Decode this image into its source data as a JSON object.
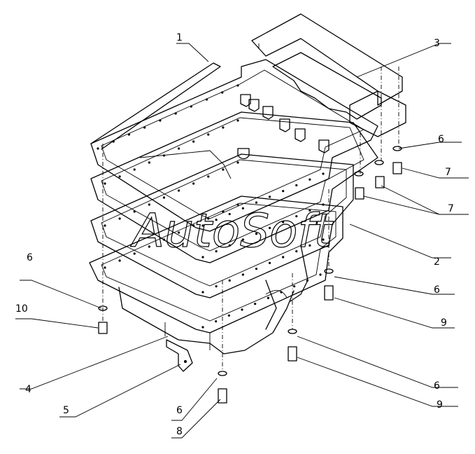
{
  "watermark": "AutoSoft",
  "callouts": [
    {
      "id": "c1",
      "text": "1"
    },
    {
      "id": "c2",
      "text": "2"
    },
    {
      "id": "c3",
      "text": "3"
    },
    {
      "id": "c4",
      "text": "4"
    },
    {
      "id": "c5",
      "text": "5"
    },
    {
      "id": "c6a",
      "text": "6"
    },
    {
      "id": "c6b",
      "text": "6"
    },
    {
      "id": "c6c",
      "text": "6"
    },
    {
      "id": "c6d",
      "text": "6"
    },
    {
      "id": "c6e",
      "text": "6"
    },
    {
      "id": "c7a",
      "text": "7"
    },
    {
      "id": "c7b",
      "text": "7"
    },
    {
      "id": "c8",
      "text": "8"
    },
    {
      "id": "c9a",
      "text": "9"
    },
    {
      "id": "c9b",
      "text": "9"
    },
    {
      "id": "c10",
      "text": "10"
    }
  ]
}
